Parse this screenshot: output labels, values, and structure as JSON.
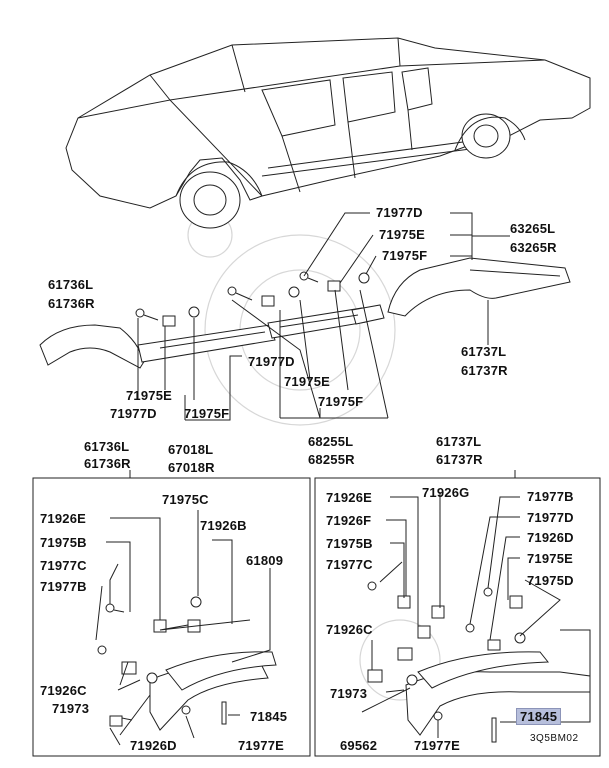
{
  "labels": {
    "l_71977d_top": "71977D",
    "l_71975e_top": "71975E",
    "l_71975f_top": "71975F",
    "l_63265l": "63265L",
    "l_63265r": "63265R",
    "l_61736l_top": "61736L",
    "l_61736r_top": "61736R",
    "l_61737l_top": "61737L",
    "l_61737r_top": "61737R",
    "l_71977d_mid": "71977D",
    "l_71975e_mid": "71975E",
    "l_71975f_mid": "71975F",
    "l_71975e_left": "71975E",
    "l_71977d_left": "71977D",
    "l_71975f_left": "71975F",
    "l_67018l": "67018L",
    "l_67018r": "67018R",
    "l_68255l": "68255L",
    "l_68255r": "68255R",
    "l_61736l_box": "61736L",
    "l_61736r_box": "61736R",
    "l_61737l_box": "61737L",
    "l_61737r_box": "61737R",
    "b1_71975c": "71975C",
    "b1_71926e": "71926E",
    "b1_71926b": "71926B",
    "b1_71975b": "71975B",
    "b1_61809": "61809",
    "b1_71977c": "71977C",
    "b1_71977b": "71977B",
    "b1_71926c": "71926C",
    "b1_71973": "71973",
    "b1_71845": "71845",
    "b1_71926d": "71926D",
    "b1_71977e": "71977E",
    "b2_71926e": "71926E",
    "b2_71926g": "71926G",
    "b2_71977b": "71977B",
    "b2_71926f": "71926F",
    "b2_71977d": "71977D",
    "b2_71975b": "71975B",
    "b2_71926d": "71926D",
    "b2_71977c": "71977C",
    "b2_71975e": "71975E",
    "b2_71975d": "71975D",
    "b2_71926c": "71926C",
    "b2_71973": "71973",
    "b2_69562": "69562",
    "b2_71977e": "71977E",
    "b2_71845": "71845",
    "diagram_code": "3Q5BM02"
  }
}
